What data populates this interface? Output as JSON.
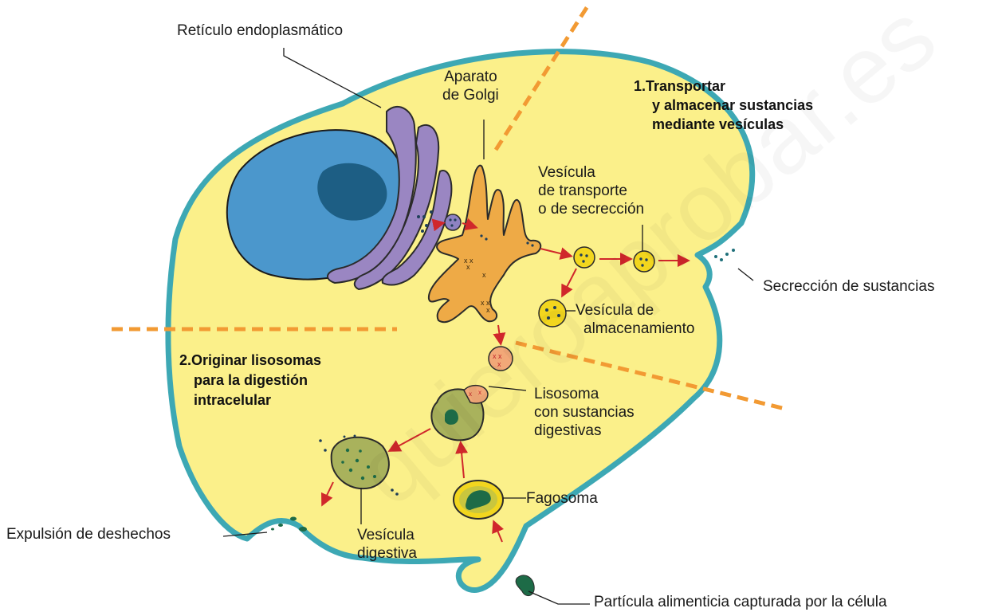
{
  "labels": {
    "reticulo": "Retículo endoplasmático",
    "golgi": [
      "Aparato",
      "de Golgi"
    ],
    "vesicula_transporte": [
      "Vesícula",
      "de transporte",
      "o de secrección"
    ],
    "vesicula_almacenamiento": [
      "Vesícula de",
      "almacenamiento"
    ],
    "secreccion": "Secrección de sustancias",
    "lisosoma": [
      "Lisosoma",
      "con sustancias",
      "digestivas"
    ],
    "fagosoma": "Fagosoma",
    "expulsion": "Expulsión de deshechos",
    "vesicula_digestiva": [
      "Vesícula",
      "digestiva"
    ],
    "particula": "Partícula alimenticia capturada por la célula"
  },
  "functions": {
    "f1_number": "1.",
    "f1": [
      "Transportar",
      "y almacenar sustancias",
      "mediante vesículas"
    ],
    "f2_number": "2.",
    "f2": [
      "Originar lisosomas",
      "para la digestión",
      "intracelular"
    ]
  },
  "watermark": "quieroaprobar.es",
  "colors": {
    "cytoplasm": "#fbf08a",
    "membrane": "#3da8b4",
    "nucleus": "#4b97cc",
    "nucleolus": "#1d5e84",
    "reticulum": "#9a86c2",
    "golgi": "#eeaa46",
    "vesicle": "#f2d61e",
    "lysosome": "#f2a878",
    "digestive_vesicle": "#a9b25c",
    "particle": "#1d6b47",
    "arrow": "#d0272b",
    "divider": "#f29a33"
  }
}
